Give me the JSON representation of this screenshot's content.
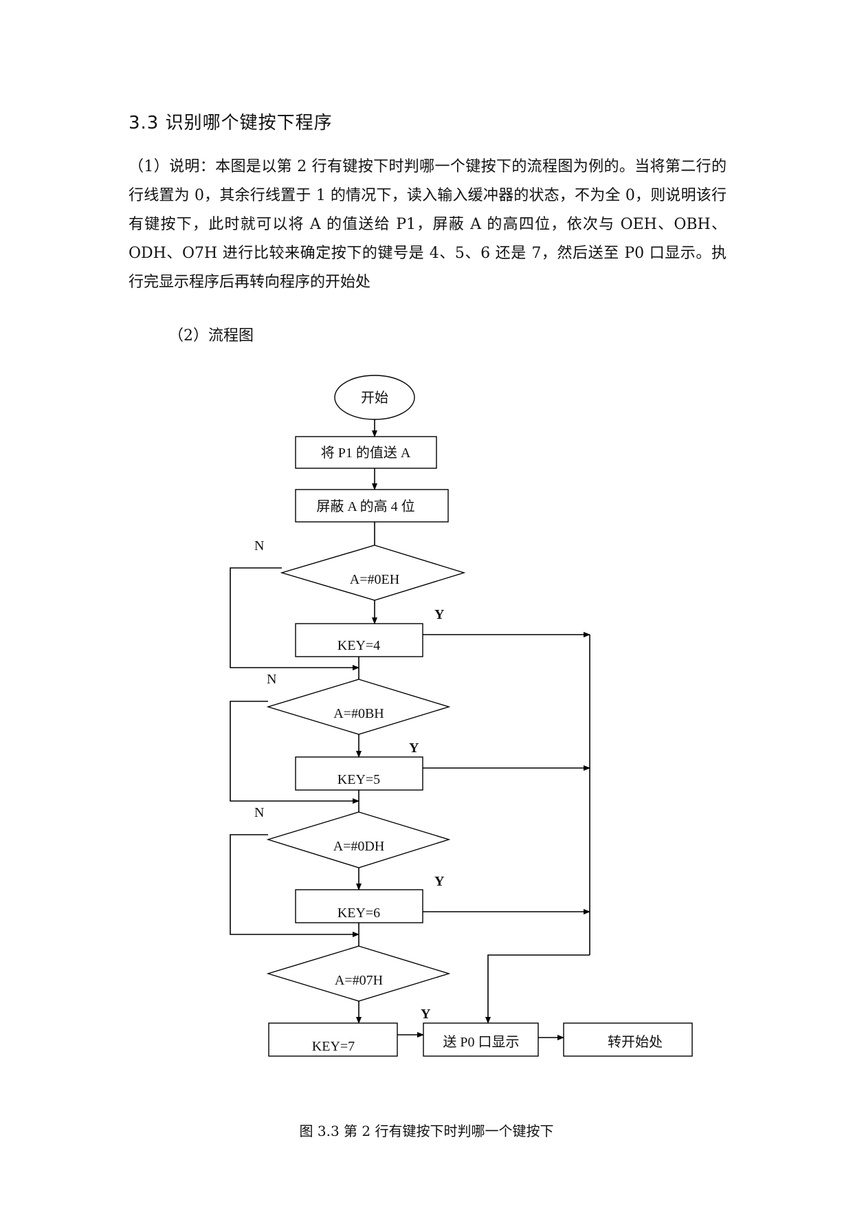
{
  "section_title": "3.3 识别哪个键按下程序",
  "paragraph": "（1）说明：本图是以第 2 行有键按下时判哪一个键按下的流程图为例的。当将第二行的行线置为 0，其余行线置于 1 的情况下，读入输入缓冲器的状态，不为全 0，则说明该行有键按下，此时就可以将 A 的值送给 P1，屏蔽 A 的高四位，依次与 OEH、OBH、ODH、O7H 进行比较来确定按下的键号是 4、5、6 还是 7，然后送至 P0 口显示。执行完显示程序后再转向程序的开始处",
  "sub_heading": "（2）流程图",
  "flowchart": {
    "start": "开始",
    "step1": "将 P1 的值送 A",
    "step2": "屏蔽 A 的高 4 位",
    "decisions": [
      "A=#0EH",
      "A=#0BH",
      "A=#0DH",
      "A=#07H"
    ],
    "keys": [
      "KEY=4",
      "KEY=5",
      "KEY=6",
      "KEY=7"
    ],
    "display": "送 P0 口显示",
    "return": "转开始处",
    "yes_label": "Y",
    "no_label": "N"
  },
  "caption": "图 3.3  第 2 行有键按下时判哪一个键按下"
}
